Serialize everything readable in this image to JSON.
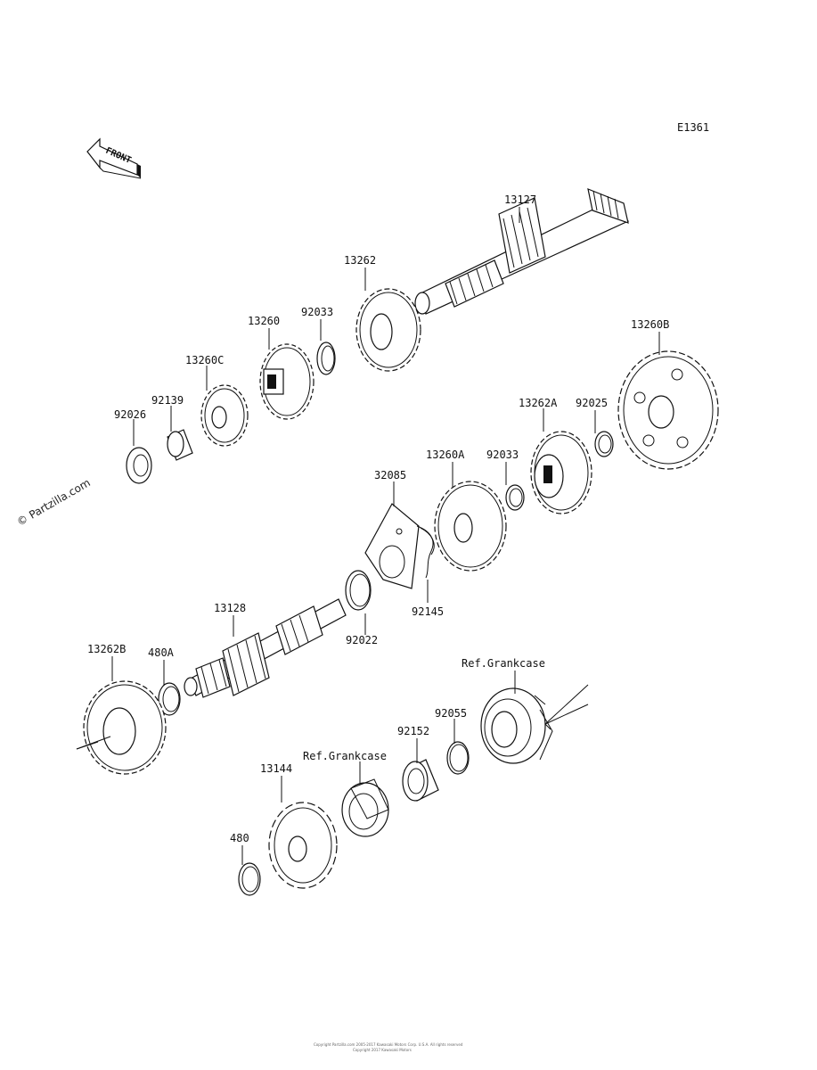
{
  "diagram_code": "E1361",
  "watermark": "© Partzilla.com",
  "front_arrow_text": "FRONT",
  "labels": {
    "p13127": "13127",
    "p13262": "13262",
    "p92033_top": "92033",
    "p13260": "13260",
    "p13260C": "13260C",
    "p92139": "92139",
    "p92026": "92026",
    "p13260B": "13260B",
    "p13262A": "13262A",
    "p92025": "92025",
    "p92033_mid": "92033",
    "p13260A": "13260A",
    "p32085": "32085",
    "p92145": "92145",
    "p92022": "92022",
    "p13128": "13128",
    "p13262B": "13262B",
    "p480A": "480A",
    "ref_crankcase_right": "Ref.Grankcase",
    "p92055": "92055",
    "p92152": "92152",
    "ref_crankcase_left": "Ref.Grankcase",
    "p13144": "13144",
    "p480": "480"
  },
  "footer_line1": "Copyright Partzilla.com 2005-2017 Kawasaki Motors Corp. U.S.A. All rights reserved",
  "footer_line2": "Copyright 2017 Kawasaki Motors"
}
